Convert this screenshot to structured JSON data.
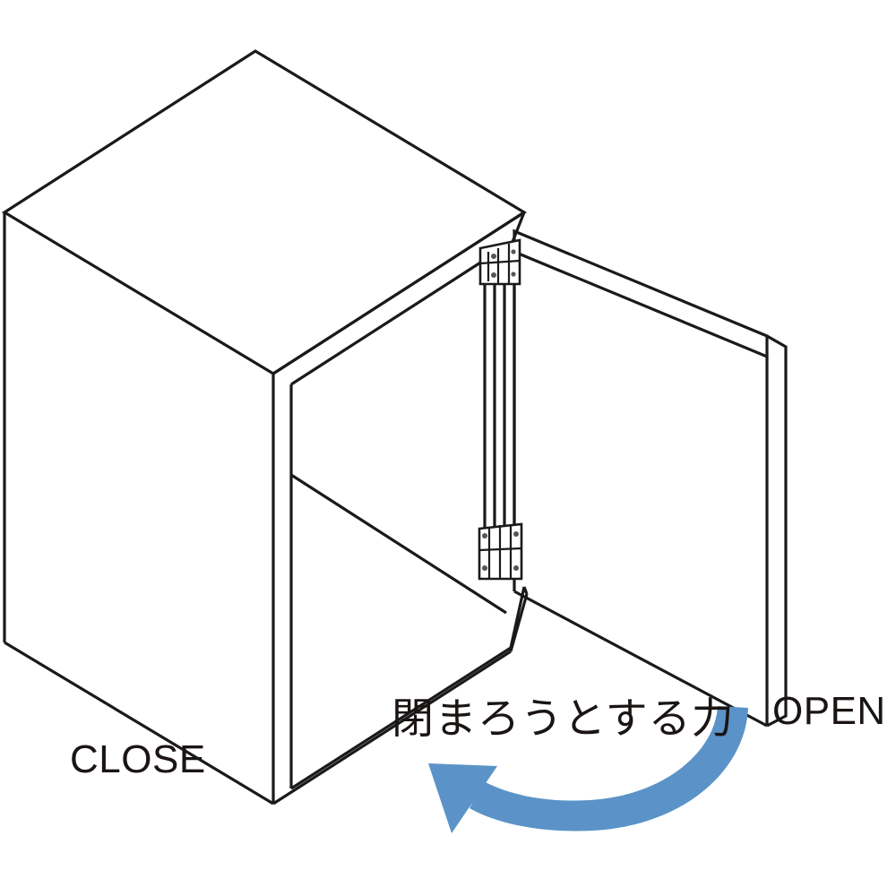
{
  "figure": {
    "kind": "isometric-line-diagram",
    "subject": "cabinet with soft-close hinged door",
    "background_color": "#ffffff",
    "line_color": "#1a1a1a"
  },
  "labels": {
    "close": "CLOSE",
    "open": "OPEN",
    "force": "閉まろうとする力"
  },
  "arrow": {
    "name": "closing-force-arrow",
    "color": "#5b93c8",
    "direction": "right-to-left curved sweep",
    "meaning": "閉まろうとする力"
  },
  "parts": {
    "cabinet_body": "cabinet-carcass",
    "door_panel": "door-panel",
    "shelf": "interior-shelf",
    "bottom_panel": "bottom-panel",
    "hinge_top": "top-hinge",
    "hinge_bottom": "bottom-hinge"
  },
  "chart_data": {
    "type": "diagram",
    "title": "",
    "annotations": [
      "CLOSE",
      "OPEN",
      "閉まろうとする力"
    ]
  }
}
